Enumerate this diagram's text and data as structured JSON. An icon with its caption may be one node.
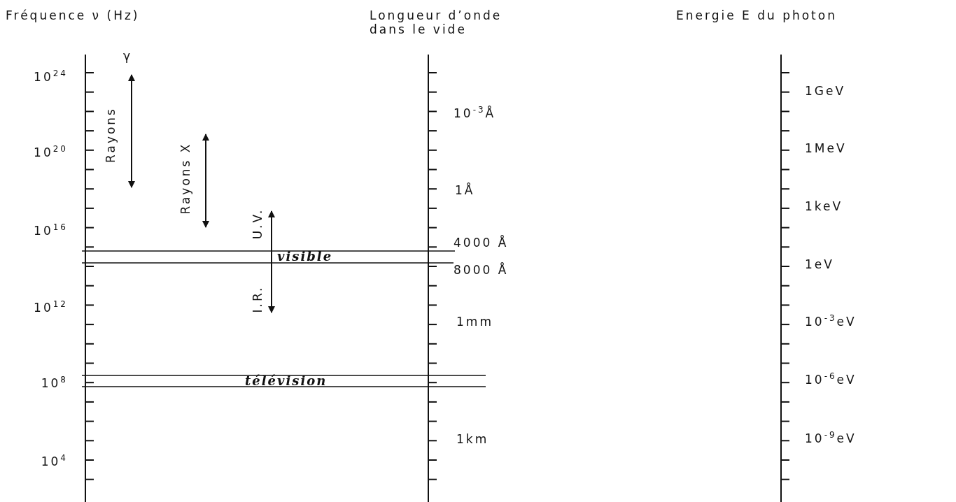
{
  "diagram": {
    "labels": [
      "Fréquence ν (Hz)",
      "Longueur d’onde dans le vide",
      "Energie E du photon",
      "γ",
      "10$^{24}$",
      "1GeV",
      "10$^{-3}$Å",
      "Rayons",
      "10$^{20}$",
      "1MeV",
      "Rayons X",
      "1Å",
      "1keV",
      "U.V.",
      "10$^{16}$",
      "4000 Å",
      "visible",
      "1eV",
      "8000 Å",
      "I.R.",
      "10$^{12}$",
      "1mm",
      "10$^{-3}$eV",
      "10$^{8}$",
      "télévision",
      "10$^{-6}$eV",
      "1km",
      "10$^{-9}$eV",
      "10$^{4}$"
    ]
  }
}
